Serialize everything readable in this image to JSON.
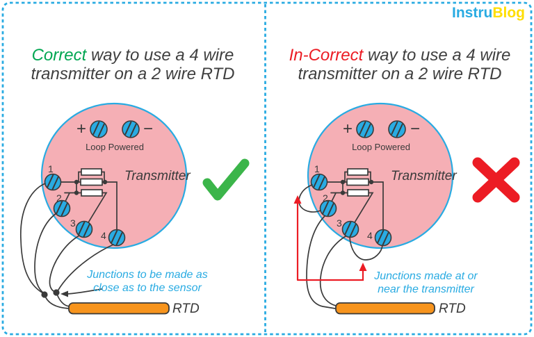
{
  "logo": {
    "part1": "Instru",
    "part2": "Blog"
  },
  "left": {
    "title_highlight": "Correct",
    "title_rest": " way to use a 4 wire",
    "title_line2": "transmitter on a 2 wire RTD",
    "plus": "+",
    "minus": "−",
    "loop_powered": "Loop Powered",
    "transmitter": "Transmitter",
    "terminal_labels": [
      "1",
      "2",
      "3",
      "4"
    ],
    "annotation_line1": "Junctions to be made as",
    "annotation_line2": "close as to the sensor",
    "rtd": "RTD",
    "verdict_icon": "check"
  },
  "right": {
    "title_highlight": "In-Correct",
    "title_rest": " way to use a 4 wire",
    "title_line2": "transmitter on a 2 wire RTD",
    "plus": "+",
    "minus": "−",
    "loop_powered": "Loop Powered",
    "transmitter": "Transmitter",
    "terminal_labels": [
      "1",
      "2",
      "3",
      "4"
    ],
    "annotation_line1": "Junctions made at or",
    "annotation_line2": "near the transmitter",
    "rtd": "RTD",
    "verdict_icon": "cross"
  },
  "colors": {
    "border_cyan": "#29abe2",
    "transmitter_pink": "#f5afb5",
    "terminal_blue": "#29abe2",
    "correct_green": "#00a651",
    "check_green": "#3bb54a",
    "incorrect_red": "#ec1c24",
    "rtd_orange": "#f7941d",
    "wire_dark": "#3a3a3a",
    "logo_yellow": "#ffde00"
  }
}
